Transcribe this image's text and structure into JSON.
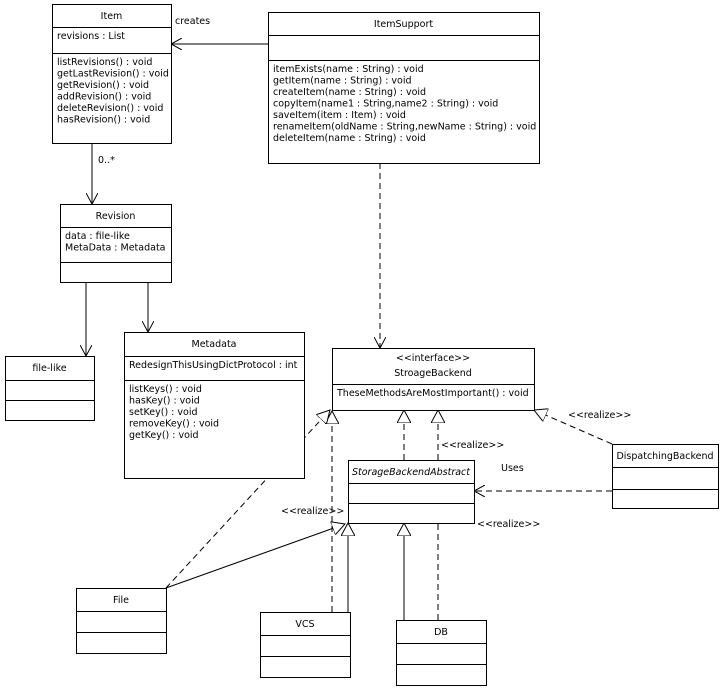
{
  "classes": {
    "item": {
      "name": "Item",
      "attributes": [
        "revisions : List"
      ],
      "operations": [
        "listRevisions() : void",
        "getLastRevision() : void",
        "getRevision() : void",
        "addRevision() : void",
        "deleteRevision() : void",
        "hasRevision() : void"
      ]
    },
    "itemsupport": {
      "name": "ItemSupport",
      "attributes": [],
      "operations": [
        "itemExists(name : String) : void",
        "getItem(name : String) : void",
        "createItem(name : String) : void",
        "copyItem(name1 : String,name2 : String) : void",
        "saveItem(item : Item) : void",
        "renameItem(oldName : String,newName : String) : void",
        "deleteItem(name : String) : void"
      ]
    },
    "revision": {
      "name": "Revision",
      "attributes": [
        "data : file-like",
        "MetaData : Metadata"
      ],
      "operations": []
    },
    "filelike": {
      "name": "file-like",
      "attributes": [],
      "operations": []
    },
    "metadata": {
      "name": "Metadata",
      "attributes": [
        "RedesignThisUsingDictProtocol : int"
      ],
      "operations": [
        "listKeys() : void",
        "hasKey() : void",
        "setKey() : void",
        "removeKey() : void",
        "getKey() : void"
      ]
    },
    "stroagebackend": {
      "stereotype": "<<interface>>",
      "name": "StroageBackend",
      "operations": [
        "TheseMethodsAreMostImportant() : void"
      ]
    },
    "storagebackendabstract": {
      "name": "StorageBackendAbstract",
      "attributes": [],
      "operations": []
    },
    "dispatchingbackend": {
      "name": "DispatchingBackend",
      "attributes": [],
      "operations": []
    },
    "file": {
      "name": "File",
      "attributes": [],
      "operations": []
    },
    "vcs": {
      "name": "VCS",
      "attributes": [],
      "operations": []
    },
    "db": {
      "name": "DB",
      "attributes": [],
      "operations": []
    }
  },
  "labels": {
    "creates": "creates",
    "multiplicity": "0..*",
    "uses": "Uses",
    "realize_abstract": "<<realize>>",
    "realize_dispatching": "<<realize>>",
    "realize_file": "<<realize>>",
    "realize_db": "<<realize>>"
  }
}
